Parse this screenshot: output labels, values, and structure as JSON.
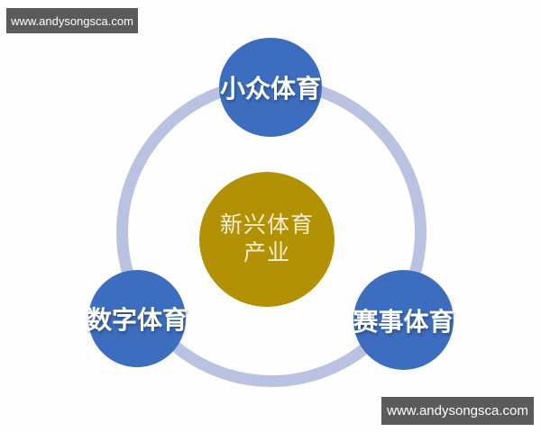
{
  "watermark_top": {
    "text": "www.andysongsca.com"
  },
  "watermark_bottom": {
    "text": "www.andysongsca.com"
  },
  "diagram": {
    "center": {
      "line1": "新兴体育",
      "line2": "产业"
    },
    "nodes": [
      {
        "id": "niche-sports",
        "position": "top",
        "label": "小众体育"
      },
      {
        "id": "digital-sports",
        "position": "bottom-left",
        "label": "数字体育"
      },
      {
        "id": "event-sports",
        "position": "bottom-right",
        "label": "赛事体育"
      }
    ]
  },
  "colors": {
    "node_fill": "#3d6dbe",
    "node_text": "#ffffff",
    "center_fill": "#b29104",
    "center_text": "#f6efcf",
    "ring": "#b9c3e1",
    "watermark_bg": "#5b5b5b"
  }
}
